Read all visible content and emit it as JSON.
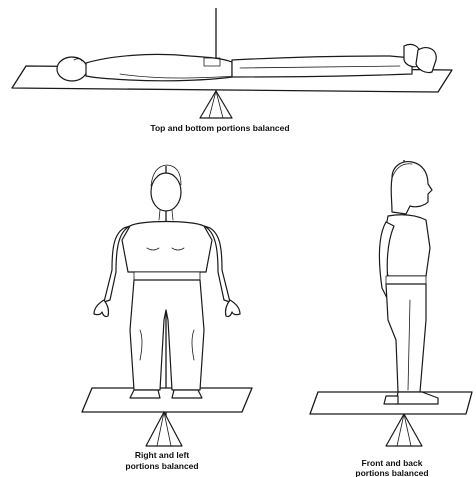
{
  "captions": {
    "top": "Top and bottom portions balanced",
    "front_line1": "Right and left",
    "front_line2": "portions balanced",
    "side_line1": "Front and back",
    "side_line2": "portions balanced"
  }
}
